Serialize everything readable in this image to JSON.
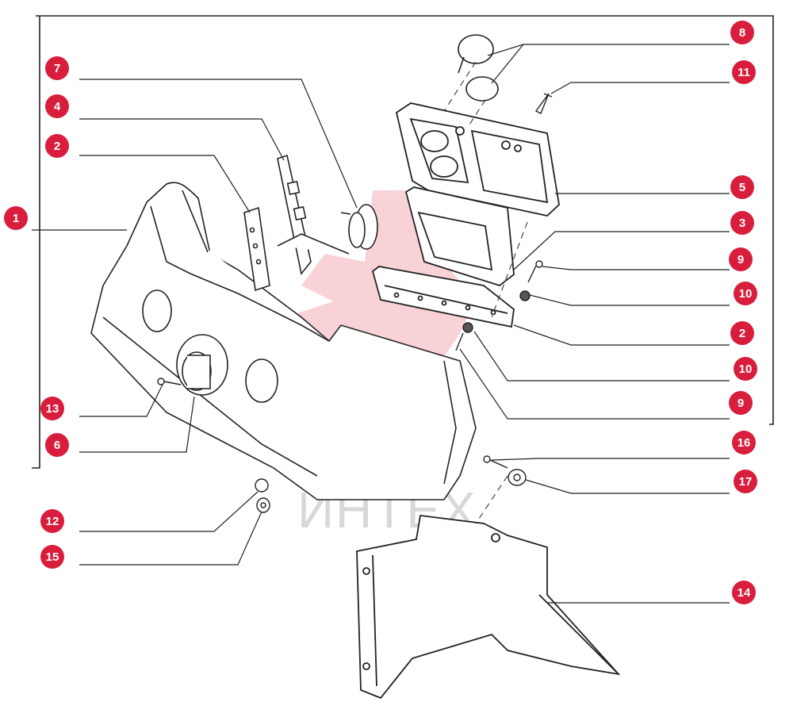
{
  "diagram": {
    "watermark_text": "ИНТЕХ",
    "badge_color": "#d81e3c",
    "line_color": "#222222",
    "watermark_color": "#f2a8a8"
  },
  "callouts": [
    {
      "id": "c1",
      "label": "1"
    },
    {
      "id": "c7",
      "label": "7"
    },
    {
      "id": "c4",
      "label": "4"
    },
    {
      "id": "c2a",
      "label": "2"
    },
    {
      "id": "c13",
      "label": "13"
    },
    {
      "id": "c6",
      "label": "6"
    },
    {
      "id": "c12",
      "label": "12"
    },
    {
      "id": "c15",
      "label": "15"
    },
    {
      "id": "c8",
      "label": "8"
    },
    {
      "id": "c11",
      "label": "11"
    },
    {
      "id": "c5",
      "label": "5"
    },
    {
      "id": "c3",
      "label": "3"
    },
    {
      "id": "c9a",
      "label": "9"
    },
    {
      "id": "c10a",
      "label": "10"
    },
    {
      "id": "c2b",
      "label": "2"
    },
    {
      "id": "c10b",
      "label": "10"
    },
    {
      "id": "c9b",
      "label": "9"
    },
    {
      "id": "c16",
      "label": "16"
    },
    {
      "id": "c17",
      "label": "17"
    },
    {
      "id": "c14",
      "label": "14"
    }
  ]
}
